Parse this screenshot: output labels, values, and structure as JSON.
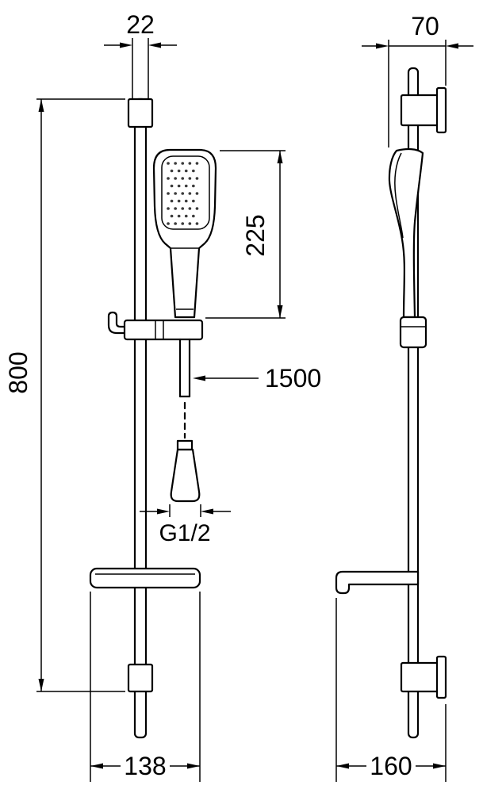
{
  "background": "#ffffff",
  "ink": "#000000",
  "labels": {
    "rail_width": "22",
    "bracket_depth": "70",
    "handset_length": "225",
    "bar_length": "800",
    "hose_length": "1500",
    "thread": "G1/2",
    "shelf_width": "138",
    "overall_depth": "160"
  }
}
